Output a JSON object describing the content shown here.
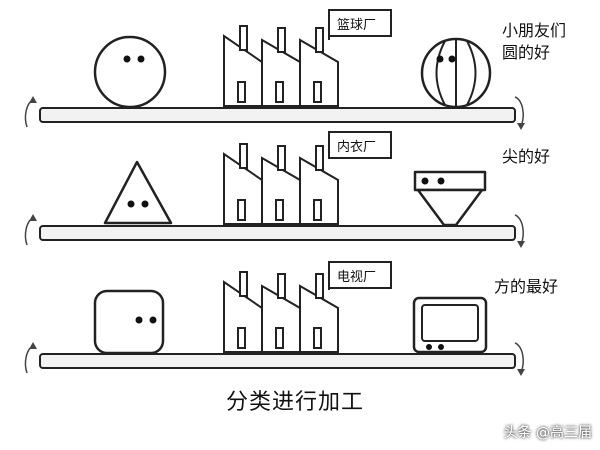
{
  "colors": {
    "line": "#222222",
    "fill": "#ffffff",
    "shelf_fill": "#f2f2f2",
    "arrow": "#444444"
  },
  "rows": [
    {
      "factory_label": "篮球厂",
      "input_shape": "circle-face-icon",
      "output_shape": "ball-icon",
      "note_lines": [
        "小朋友们",
        "圆的好"
      ]
    },
    {
      "factory_label": "内衣厂",
      "input_shape": "triangle-face-icon",
      "output_shape": "funnel-cup-icon",
      "note_lines": [
        "尖的好"
      ]
    },
    {
      "factory_label": "电视厂",
      "input_shape": "rounded-square-face-icon",
      "output_shape": "tv-icon",
      "note_lines": [
        "方的最好"
      ]
    }
  ],
  "caption": "分类进行加工",
  "watermark": "头条 @高三届"
}
